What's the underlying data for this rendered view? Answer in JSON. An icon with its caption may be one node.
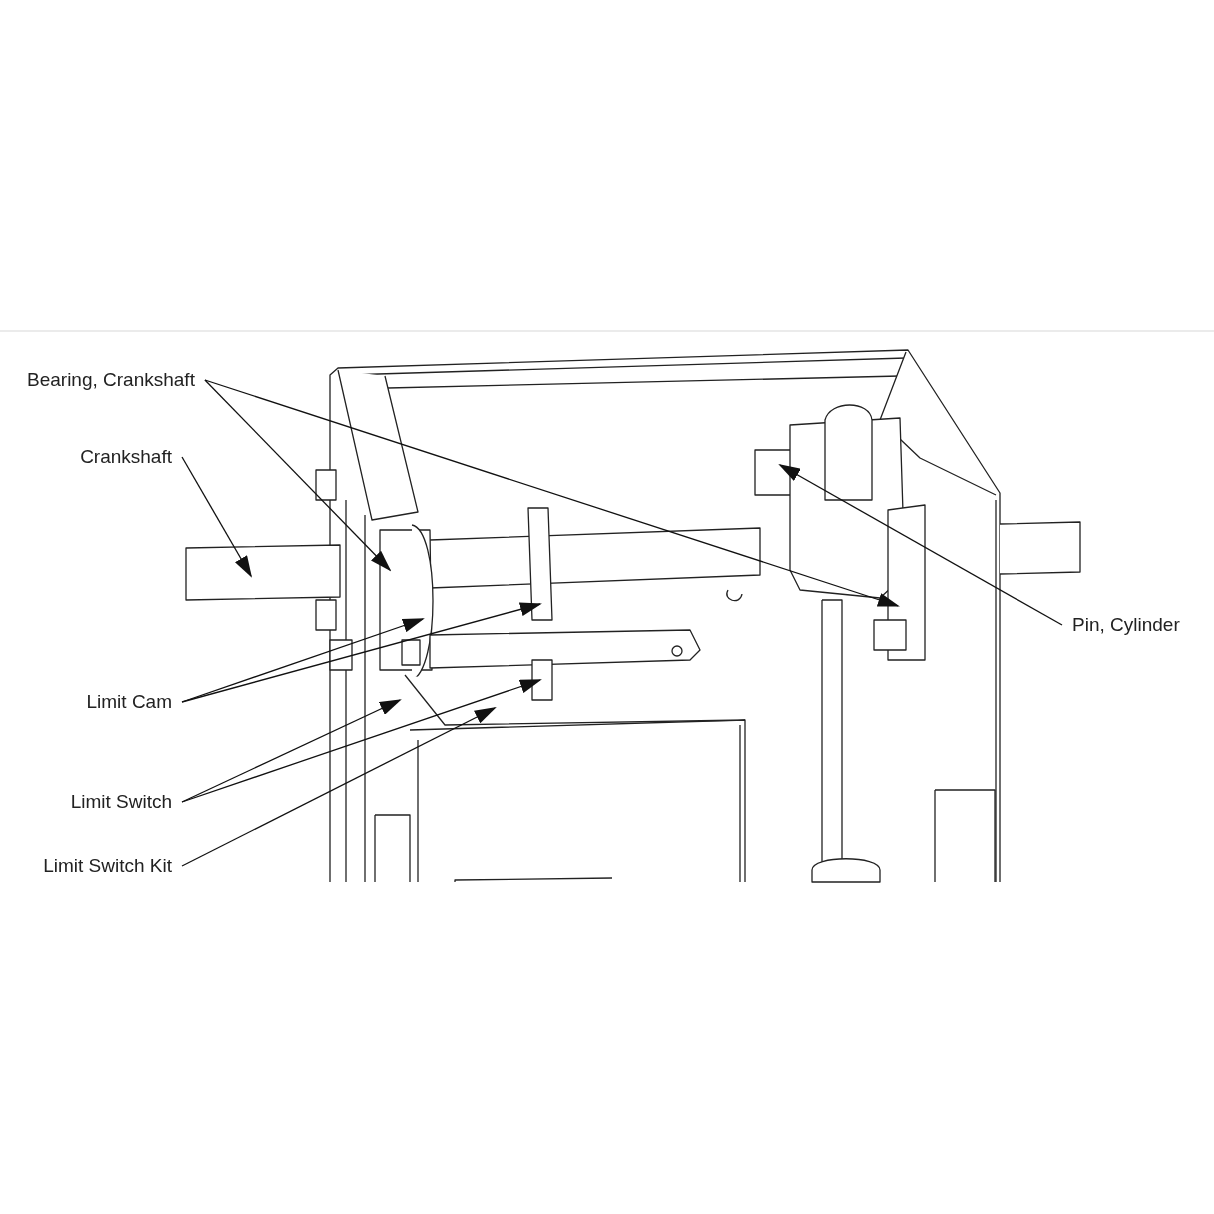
{
  "diagram": {
    "nodes": [
      {
        "text": [
          "Bearing, Crankshaft"
        ]
      },
      {
        "text": [
          "Crankshaft"
        ]
      },
      {
        "text": [
          "Pin, Cylinder"
        ]
      },
      {
        "text": [
          "Limit Cam"
        ]
      },
      {
        "text": [
          "Limit Switch"
        ]
      },
      {
        "text": [
          "Limit Switch Kit"
        ]
      }
    ],
    "edges": [
      {
        "from": 0,
        "to": null,
        "arrow": "to"
      },
      {
        "from": 0,
        "to": null,
        "arrow": "to"
      },
      {
        "from": 1,
        "to": null,
        "arrow": "to"
      },
      {
        "from": 2,
        "to": null,
        "arrow": "to"
      },
      {
        "from": 3,
        "to": null,
        "arrow": "to"
      },
      {
        "from": 3,
        "to": null,
        "arrow": "to"
      },
      {
        "from": 4,
        "to": null,
        "arrow": "to"
      },
      {
        "from": 4,
        "to": null,
        "arrow": "to"
      },
      {
        "from": 5,
        "to": null,
        "arrow": "to"
      }
    ]
  }
}
